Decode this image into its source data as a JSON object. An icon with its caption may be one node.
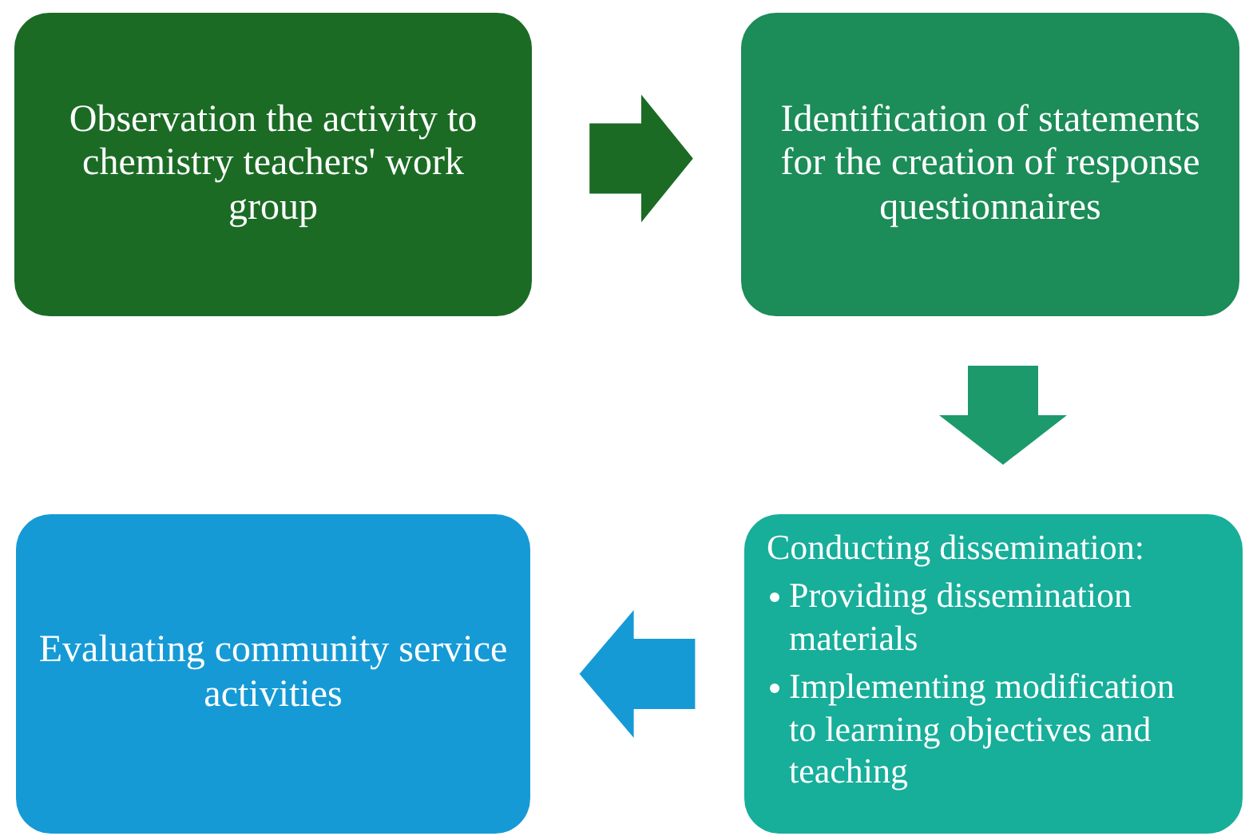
{
  "diagram": {
    "nodes": [
      {
        "text": [
          "Observation the activity to chemistry teachers' work group"
        ]
      },
      {
        "text": [
          "Identification of statements for the creation of response questionnaires"
        ]
      },
      {
        "text": [
          "Conducting dissemination:",
          "Providing dissemination materials",
          "Implementing modification to learning objectives and teaching"
        ]
      },
      {
        "text": [
          "Evaluating community service activities"
        ]
      }
    ],
    "edges": [
      {
        "from": 0,
        "to": 1,
        "arrow": "to",
        "style": "thick",
        "color": "#1b6b25"
      },
      {
        "from": 1,
        "to": 2,
        "arrow": "to",
        "style": "thick",
        "color": "#1c9a6c"
      },
      {
        "from": 2,
        "to": 3,
        "arrow": "to",
        "style": "thick",
        "color": "#169ad6"
      }
    ]
  }
}
